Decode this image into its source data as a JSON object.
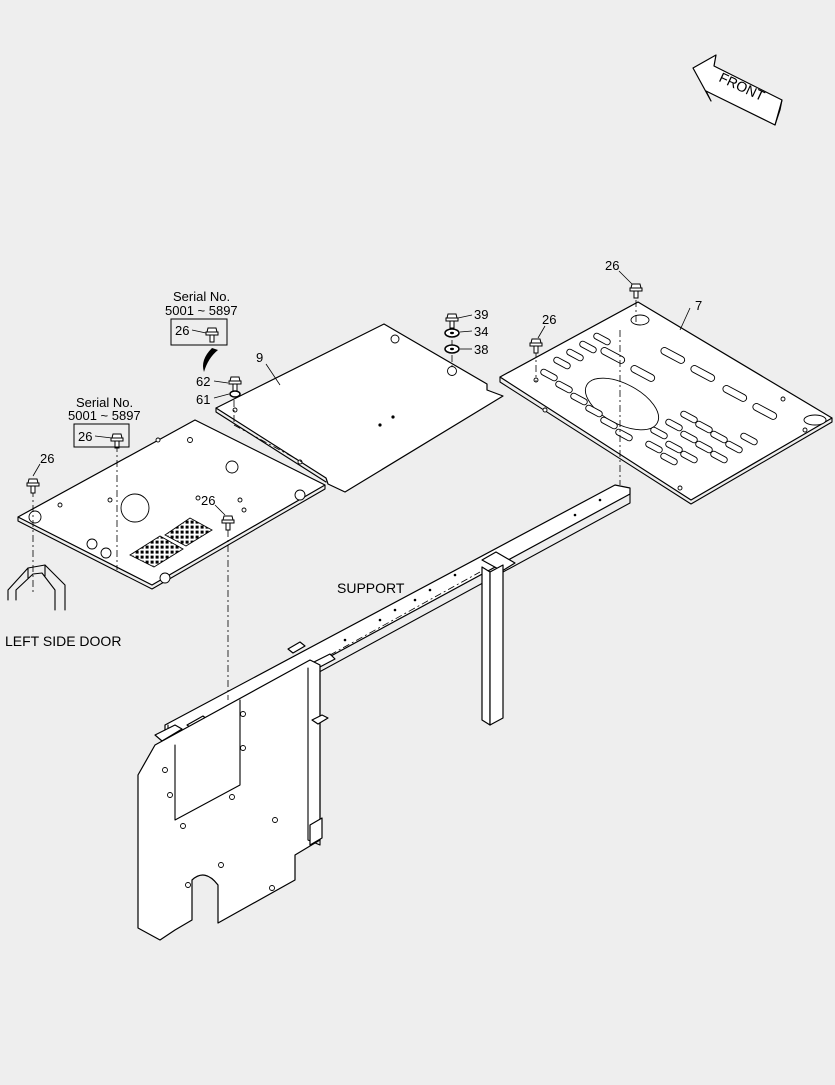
{
  "diagram": {
    "front_label": "FRONT",
    "callouts": {
      "c7": "7",
      "c9": "9",
      "c26_a": "26",
      "c26_b": "26",
      "c26_c": "26",
      "c26_d": "26",
      "c26_box_left": "26",
      "c26_box_mid": "26",
      "c34": "34",
      "c38": "38",
      "c39": "39",
      "c61": "61",
      "c62": "62"
    },
    "serial_left": {
      "line1": "Serial No.",
      "line2": "5001 ~ 5897"
    },
    "serial_mid": {
      "line1": "Serial No.",
      "line2": "5001 ~ 5897"
    },
    "labels": {
      "support": "SUPPORT",
      "left_side_door": "LEFT SIDE DOOR"
    }
  }
}
